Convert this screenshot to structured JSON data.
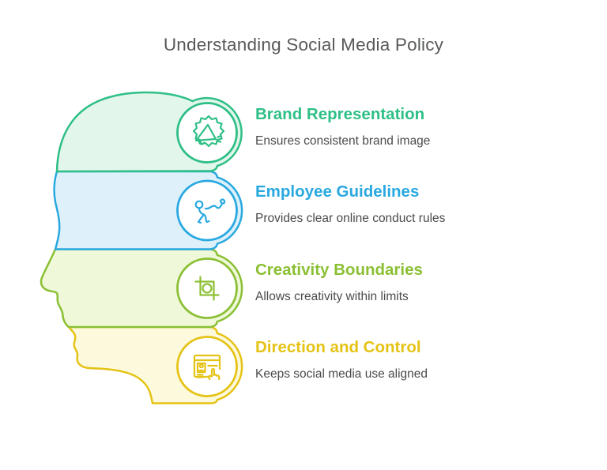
{
  "title": "Understanding Social Media Policy",
  "title_color": "#58595b",
  "body_text_color": "#4b4b4d",
  "background_color": "#ffffff",
  "items": [
    {
      "heading": "Brand Representation",
      "description": "Ensures consistent brand image",
      "color": "#2ebf86",
      "fill": "#e3f6ec",
      "icon": "megaphone-burst-icon"
    },
    {
      "heading": "Employee Guidelines",
      "description": "Provides clear online conduct rules",
      "color": "#29a9e0",
      "fill": "#def1fb",
      "icon": "person-route-icon"
    },
    {
      "heading": "Creativity Boundaries",
      "description": "Allows creativity within limits",
      "color": "#8bc034",
      "fill": "#eff8d9",
      "icon": "crop-tool-icon"
    },
    {
      "heading": "Direction and Control",
      "description": "Keeps social media use aligned",
      "color": "#e5c315",
      "fill": "#fdf9dd",
      "icon": "browser-id-pointer-icon"
    }
  ]
}
